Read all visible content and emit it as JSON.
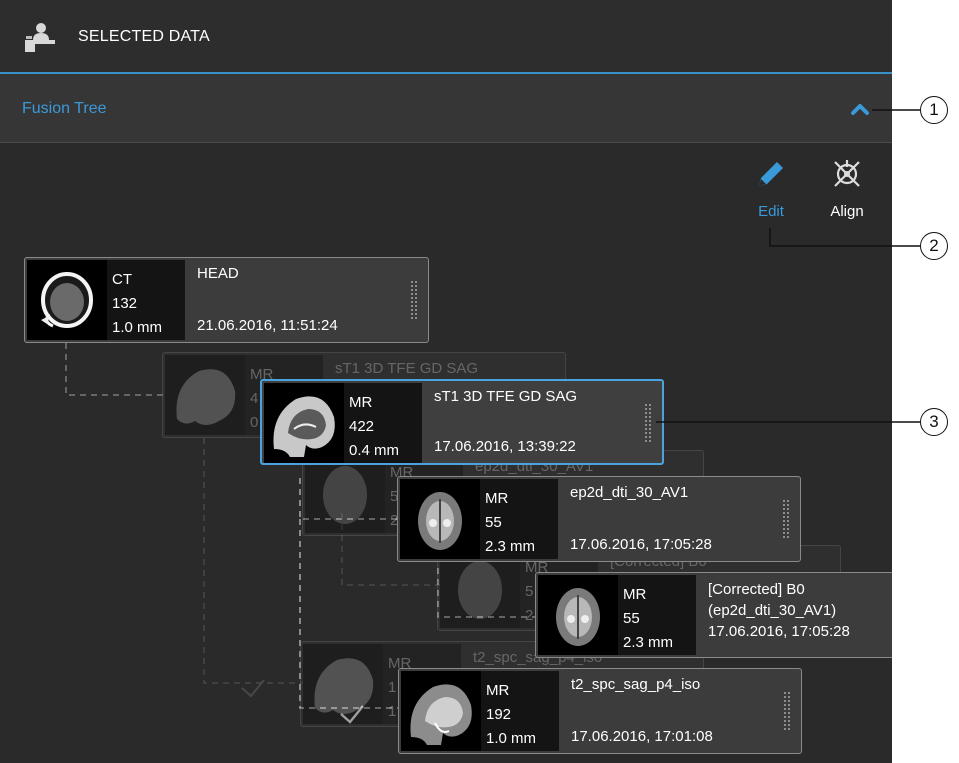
{
  "header": {
    "title": "SELECTED DATA",
    "icon": "user-desk-icon"
  },
  "section": {
    "title": "Fusion Tree",
    "collapse_icon": "chevron-up-icon"
  },
  "toolbar": {
    "edit_label": "Edit",
    "align_label": "Align",
    "edit_icon": "pencil-icon",
    "align_icon": "align-target-icon"
  },
  "cards": {
    "ct_head": {
      "modality": "CT",
      "count": "132",
      "thickness": "1.0 mm",
      "title": "HEAD",
      "date": "21.06.2016, 11:51:24"
    },
    "ghost_t1": {
      "modality": "MR",
      "count": "4",
      "thickness": "0",
      "title": "sT1 3D TFE GD SAG"
    },
    "t1": {
      "modality": "MR",
      "count": "422",
      "thickness": "0.4 mm",
      "title": "sT1 3D TFE GD SAG",
      "date": "17.06.2016, 13:39:22"
    },
    "ghost_dti": {
      "modality": "MR",
      "count": "5",
      "thickness": "2",
      "title": "ep2d_dti_30_AV1"
    },
    "dti": {
      "modality": "MR",
      "count": "55",
      "thickness": "2.3 mm",
      "title": "ep2d_dti_30_AV1",
      "date": "17.06.2016, 17:05:28"
    },
    "ghost_b0": {
      "modality": "MR",
      "count": "5",
      "thickness": "2",
      "title": "[Corrected] B0"
    },
    "b0": {
      "modality": "MR",
      "count": "55",
      "thickness": "2.3 mm",
      "title_line1": "[Corrected] B0",
      "title_line2": "(ep2d_dti_30_AV1)",
      "date": "17.06.2016, 17:05:28"
    },
    "ghost_t2": {
      "modality": "MR",
      "count": "1",
      "thickness": "1",
      "title": "t2_spc_sag_p4_iso"
    },
    "t2": {
      "modality": "MR",
      "count": "192",
      "thickness": "1.0 mm",
      "title": "t2_spc_sag_p4_iso",
      "date": "17.06.2016, 17:01:08"
    }
  },
  "callouts": {
    "c1": "1",
    "c2": "2",
    "c3": "3"
  },
  "colors": {
    "accent": "#3a9ad9",
    "panel": "#2a2a2a",
    "card": "#3c3c3c"
  }
}
